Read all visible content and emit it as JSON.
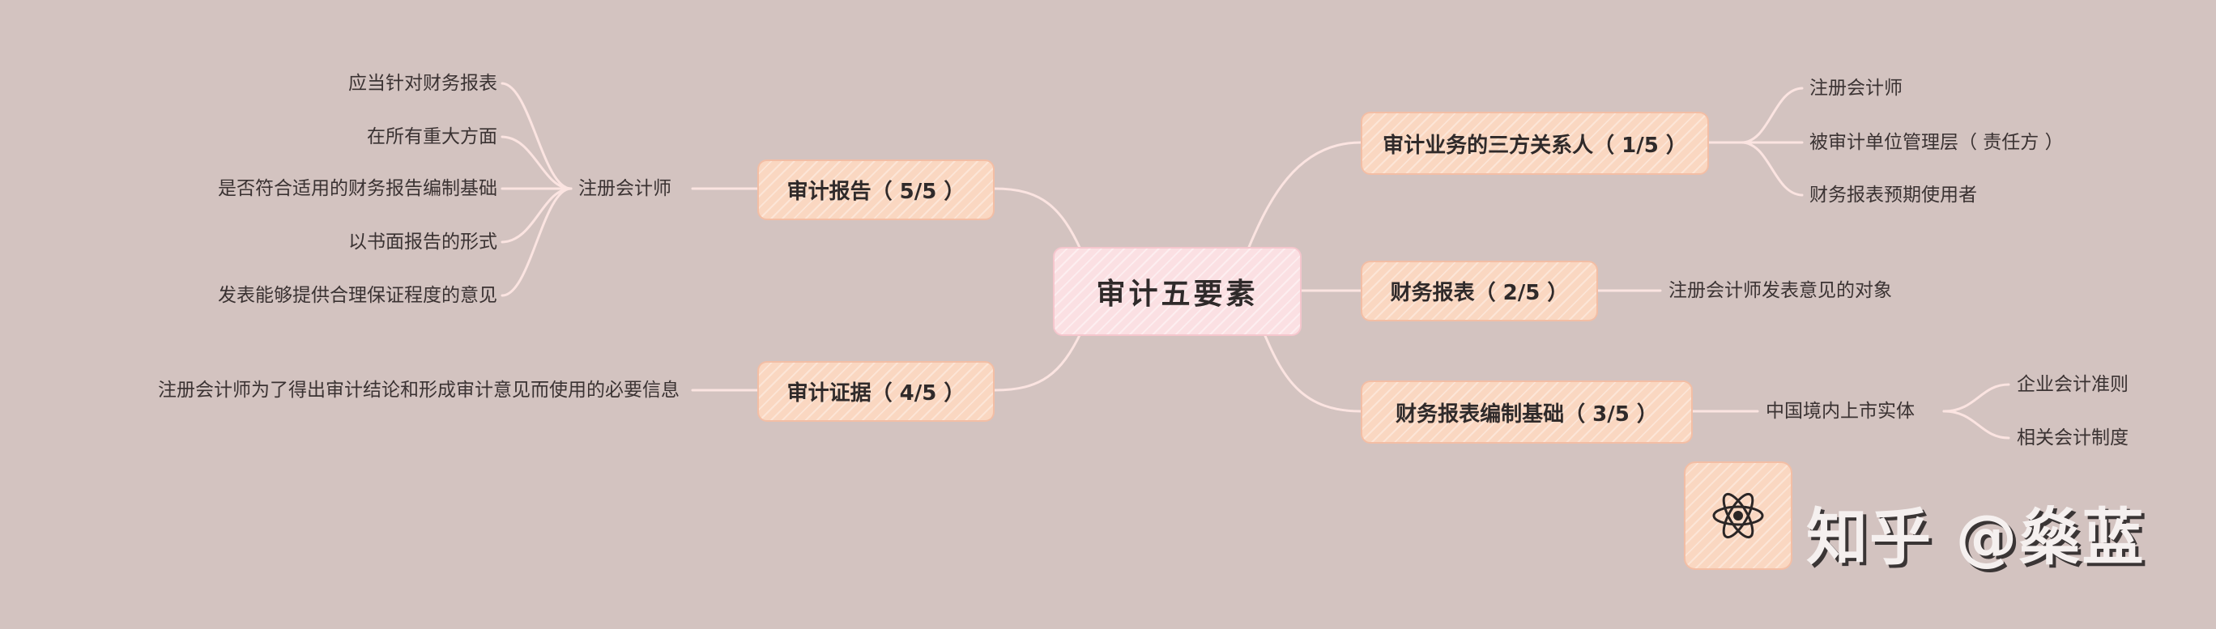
{
  "center": "审计五要素",
  "left": {
    "report": {
      "label": "审计报告（ 5/5 ）",
      "sub": "注册会计师",
      "items": [
        "应当针对财务报表",
        "在所有重大方面",
        "是否符合适用的财务报告编制基础",
        "以书面报告的形式",
        "发表能够提供合理保证程度的意见"
      ]
    },
    "evidence": {
      "label": "审计证据（ 4/5 ）",
      "item": "注册会计师为了得出审计结论和形成审计意见而使用的必要信息"
    }
  },
  "right": {
    "parties": {
      "label": "审计业务的三方关系人（ 1/5 ）",
      "items": [
        "注册会计师",
        "被审计单位管理层（ 责任方 ）",
        "财务报表预期使用者"
      ]
    },
    "statements": {
      "label": "财务报表（ 2/5 ）",
      "item": "注册会计师发表意见的对象"
    },
    "basis": {
      "label": "财务报表编制基础（ 3/5 ）",
      "sub": "中国境内上市实体",
      "items": [
        "企业会计准则",
        "相关会计制度"
      ]
    }
  },
  "watermark": {
    "text": "知乎 @燊蓝",
    "icon": "atom-icon"
  },
  "colors": {
    "background": "#d3c3c0",
    "line": "#fbe4e1",
    "node": "#fad7c1",
    "center": "#fbe0e3"
  }
}
